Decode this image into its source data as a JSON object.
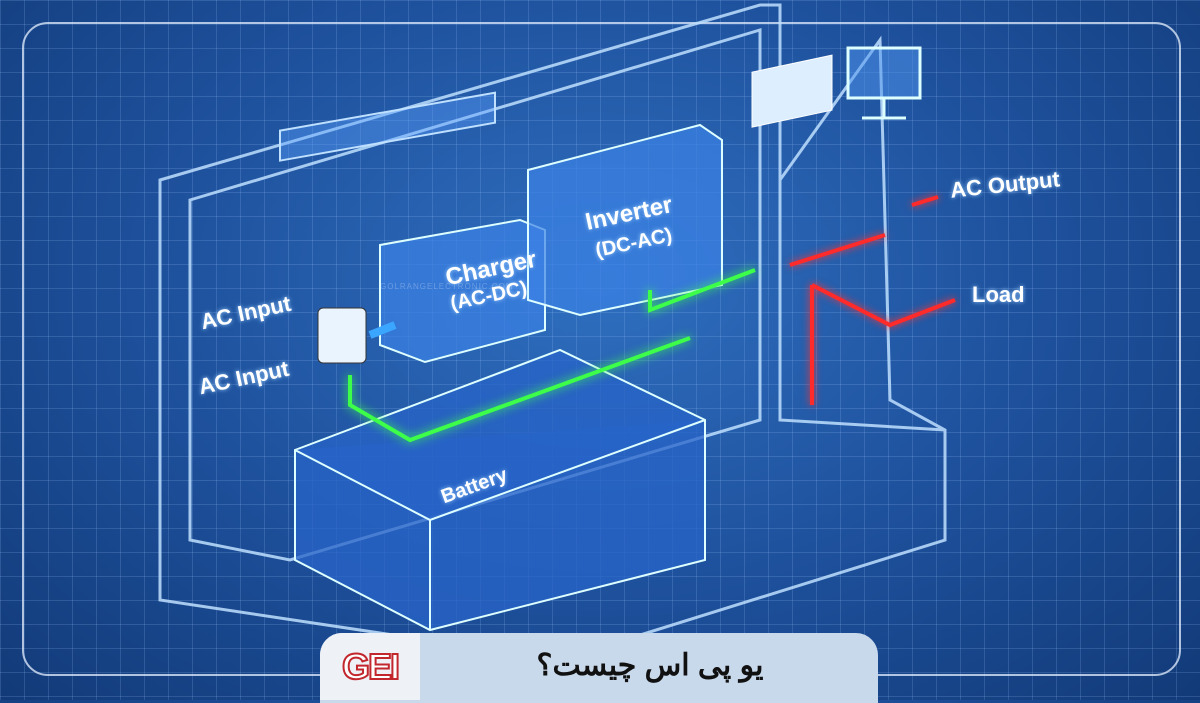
{
  "diagram": {
    "labels": {
      "ac_input_top": "AC Input",
      "ac_input_side": "AC Input",
      "charger": "Charger",
      "charger_sub": "(AC-DC)",
      "inverter": "Inverter",
      "inverter_sub": "(DC-AC)",
      "battery": "Battery",
      "ac_output": "AC Output",
      "load": "Load"
    },
    "watermark": "GOLRANGELECTRONIC.COM",
    "colors": {
      "charge_path": "#3dff4a",
      "output_path": "#ff2a2a",
      "input_arrow": "#3aa6ff"
    }
  },
  "footer": {
    "logo": "GEI",
    "title": "یو پی اس چیست؟"
  }
}
